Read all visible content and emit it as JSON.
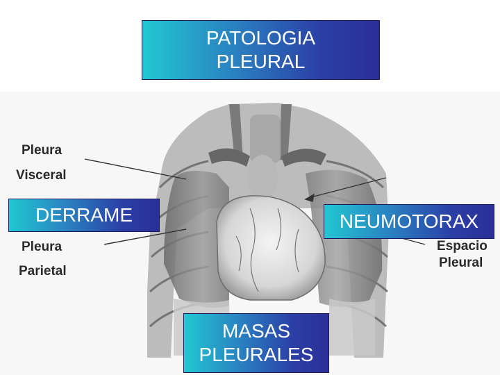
{
  "title": "PATOLOGIA\nPLEURAL",
  "boxes": {
    "derrame": "DERRAME",
    "neumotorax": "NEUMOTORAX",
    "masas": "MASAS\nPLEURALES"
  },
  "anatomy_labels": {
    "pleura_visceral_line1": "Pleura",
    "pleura_visceral_line2": "Visceral",
    "pleura_parietal_line1": "Pleura",
    "pleura_parietal_line2": "Parietal",
    "espacio_pleural_line1": "Espacio",
    "espacio_pleural_line2": "Pleural"
  },
  "colors": {
    "gradient_start": "#22c7d2",
    "gradient_end": "#2a2f96",
    "box_text": "#ffffff",
    "label_text": "#2a2a2a"
  }
}
